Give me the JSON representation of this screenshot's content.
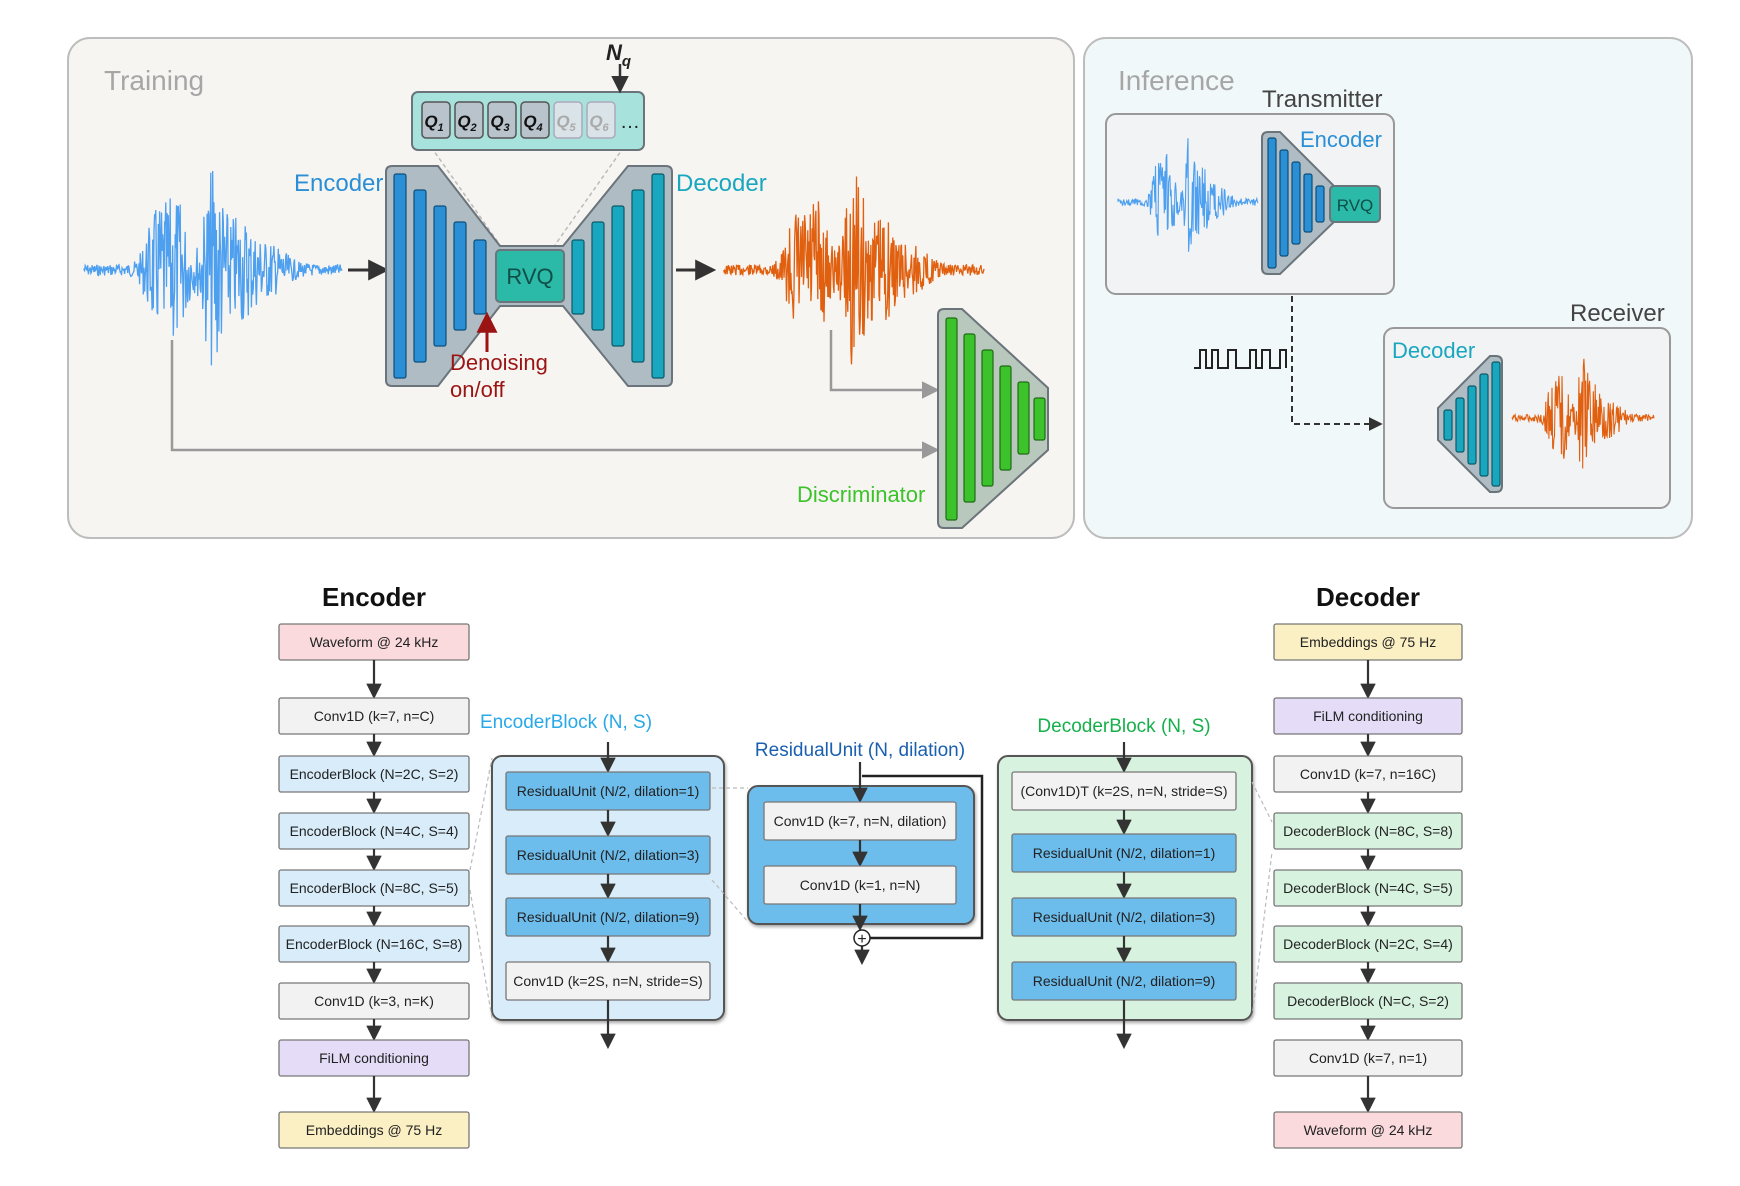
{
  "colors": {
    "training_bg": "#f7f5f2",
    "inference_bg": "#f1f8fa",
    "encoder_blue": "#2b8fd6",
    "decoder_cyan": "#19a7c0",
    "waveform_in": "#4d9ff0",
    "waveform_out": "#e06010",
    "discriminator": "#3cc22a",
    "denoise_red": "#9b1414",
    "rvq_teal": "#2bb9a8",
    "film_purple": "#e5dcf7",
    "wave_pink": "#fadadd",
    "embed_yellow": "#fbf0c4",
    "enc_block_blue": "#d8ecf9",
    "res_unit_blue": "#6cbcec",
    "dec_block_green": "#d7f2de",
    "conv_grey": "#f2f2f2"
  },
  "training": {
    "title": "Training",
    "encoder_label": "Encoder",
    "decoder_label": "Decoder",
    "rvq_label": "RVQ",
    "nq_label": "N",
    "nq_sub": "q",
    "quantizers": [
      {
        "q": "Q",
        "sub": "1",
        "active": true
      },
      {
        "q": "Q",
        "sub": "2",
        "active": true
      },
      {
        "q": "Q",
        "sub": "3",
        "active": true
      },
      {
        "q": "Q",
        "sub": "4",
        "active": true
      },
      {
        "q": "Q",
        "sub": "5",
        "active": false
      },
      {
        "q": "Q",
        "sub": "6",
        "active": false
      }
    ],
    "ellipsis": "…",
    "denoising_line1": "Denoising",
    "denoising_line2": "on/off",
    "discriminator_label": "Discriminator"
  },
  "inference": {
    "title": "Inference",
    "transmitter": "Transmitter",
    "receiver": "Receiver",
    "encoder_label": "Encoder",
    "decoder_label": "Decoder",
    "rvq_label": "RVQ"
  },
  "encoder_stack": {
    "title": "Encoder",
    "items": [
      "Waveform @ 24 kHz",
      "Conv1D (k=7, n=C)",
      "EncoderBlock (N=2C, S=2)",
      "EncoderBlock (N=4C, S=4)",
      "EncoderBlock (N=8C, S=5)",
      "EncoderBlock (N=16C, S=8)",
      "Conv1D (k=3, n=K)",
      "FiLM conditioning",
      "Embeddings @ 75 Hz"
    ]
  },
  "encoder_block": {
    "title": "EncoderBlock (N, S)",
    "items": [
      "ResidualUnit (N/2, dilation=1)",
      "ResidualUnit (N/2, dilation=3)",
      "ResidualUnit (N/2, dilation=9)",
      "Conv1D (k=2S, n=N, stride=S)"
    ]
  },
  "residual_unit": {
    "title": "ResidualUnit (N, dilation)",
    "items": [
      "Conv1D (k=7, n=N, dilation)",
      "Conv1D (k=1, n=N)"
    ],
    "sum_symbol": "+"
  },
  "decoder_block": {
    "title": "DecoderBlock (N, S)",
    "items": [
      "(Conv1D)T (k=2S, n=N, stride=S)",
      "ResidualUnit (N/2, dilation=1)",
      "ResidualUnit (N/2, dilation=3)",
      "ResidualUnit (N/2, dilation=9)"
    ]
  },
  "decoder_stack": {
    "title": "Decoder",
    "items": [
      "Embeddings @ 75 Hz",
      "FiLM conditioning",
      "Conv1D (k=7, n=16C)",
      "DecoderBlock (N=8C, S=8)",
      "DecoderBlock (N=4C, S=5)",
      "DecoderBlock (N=2C, S=4)",
      "DecoderBlock (N=C, S=2)",
      "Conv1D (k=7, n=1)",
      "Waveform @ 24 kHz"
    ]
  }
}
